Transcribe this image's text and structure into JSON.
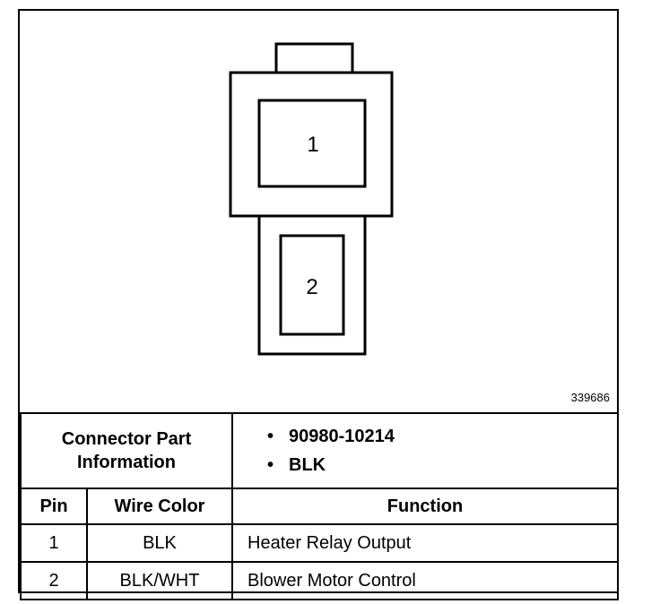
{
  "figure_id": "339686",
  "connector": {
    "pins": [
      {
        "label": "1"
      },
      {
        "label": "2"
      }
    ]
  },
  "table": {
    "info_label_line1": "Connector Part",
    "info_label_line2": "Information",
    "info_values": [
      "90980-10214",
      "BLK"
    ],
    "headers": {
      "pin": "Pin",
      "wire_color": "Wire Color",
      "function": "Function"
    },
    "rows": [
      {
        "pin": "1",
        "wire_color": "BLK",
        "function": "Heater Relay Output"
      },
      {
        "pin": "2",
        "wire_color": "BLK/WHT",
        "function": "Blower Motor Control"
      }
    ]
  }
}
